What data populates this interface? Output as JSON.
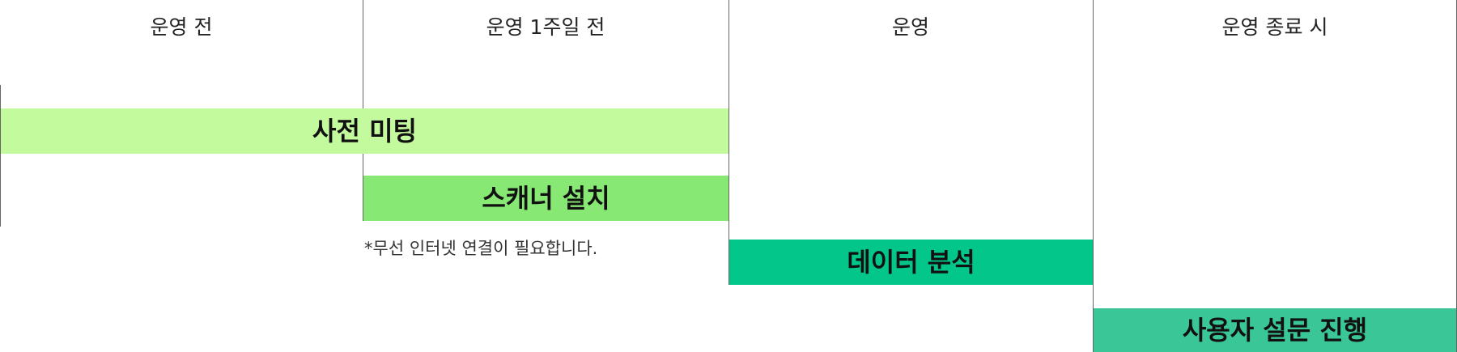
{
  "phases": [
    {
      "label": "운영 전"
    },
    {
      "label": "운영 1주일 전"
    },
    {
      "label": "운영"
    },
    {
      "label": "운영 종료 시"
    }
  ],
  "tasks": [
    {
      "label": "사전 미팅",
      "color": "#c4fa9e"
    },
    {
      "label": "스캐너 설치",
      "color": "#88e874"
    },
    {
      "label": "데이터 분석",
      "color": "#03c78a"
    },
    {
      "label": "사용자 설문 진행",
      "color": "#3ac697"
    }
  ],
  "note": "*무선 인터넷 연결이 필요합니다."
}
